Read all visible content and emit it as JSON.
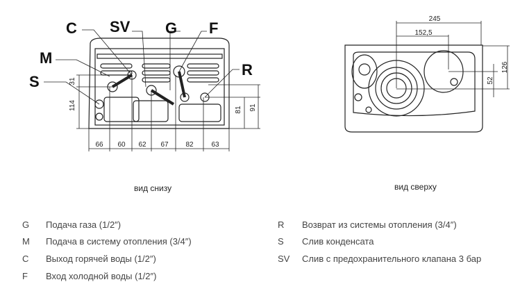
{
  "bottom_view": {
    "caption": "вид снизу",
    "callouts": {
      "C": "C",
      "SV": "SV",
      "G": "G",
      "F": "F",
      "M": "M",
      "S": "S",
      "R": "R"
    },
    "dims_horizontal": [
      "66",
      "60",
      "62",
      "67",
      "82",
      "63"
    ],
    "dims_vertical": {
      "d31": "31",
      "d114": "114",
      "d81": "81",
      "d91": "91"
    }
  },
  "top_view": {
    "caption": "вид сверху",
    "dims": {
      "d245": "245",
      "d152": "152,5",
      "d126": "126",
      "d52": "52"
    }
  },
  "legend": {
    "left": [
      {
        "code": "G",
        "text": "Подача газа (1/2″)"
      },
      {
        "code": "M",
        "text": "Подача в систему отопления (3/4″)"
      },
      {
        "code": "C",
        "text": "Выход горячей воды (1/2″)"
      },
      {
        "code": "F",
        "text": "Вход холодной воды (1/2″)"
      }
    ],
    "right": [
      {
        "code": "R",
        "text": "Возврат из системы отопления (3/4″)"
      },
      {
        "code": "S",
        "text": "Слив конденсата"
      },
      {
        "code": "SV",
        "text": "Слив с предохранительного клапана 3 бар"
      }
    ]
  }
}
